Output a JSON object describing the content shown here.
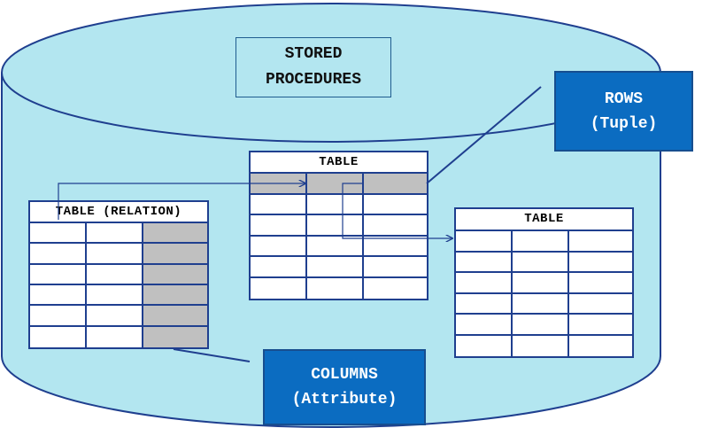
{
  "diagram": {
    "stored_procedures": {
      "line1": "STORED",
      "line2": "PROCEDURES"
    },
    "table_left": {
      "title": "TABLE (RELATION)",
      "rows": 6,
      "cols": 3,
      "shaded_column": 3
    },
    "table_middle": {
      "title": "TABLE",
      "rows": 6,
      "cols": 3,
      "shaded_row": 1
    },
    "table_right": {
      "title": "TABLE",
      "rows": 6,
      "cols": 3
    },
    "rows_label": {
      "line1": "ROWS",
      "line2": "(Tuple)"
    },
    "columns_label": {
      "line1": "COLUMNS",
      "line2": "(Attribute)"
    }
  },
  "colors": {
    "cylinder_fill": "#b3e6f0",
    "cylinder_stroke": "#1f3f8f",
    "table_border": "#1f3f8f",
    "shaded_cell": "#c0c0c0",
    "label_fill": "#0b6cc1",
    "connector": "#1f3f8f"
  }
}
